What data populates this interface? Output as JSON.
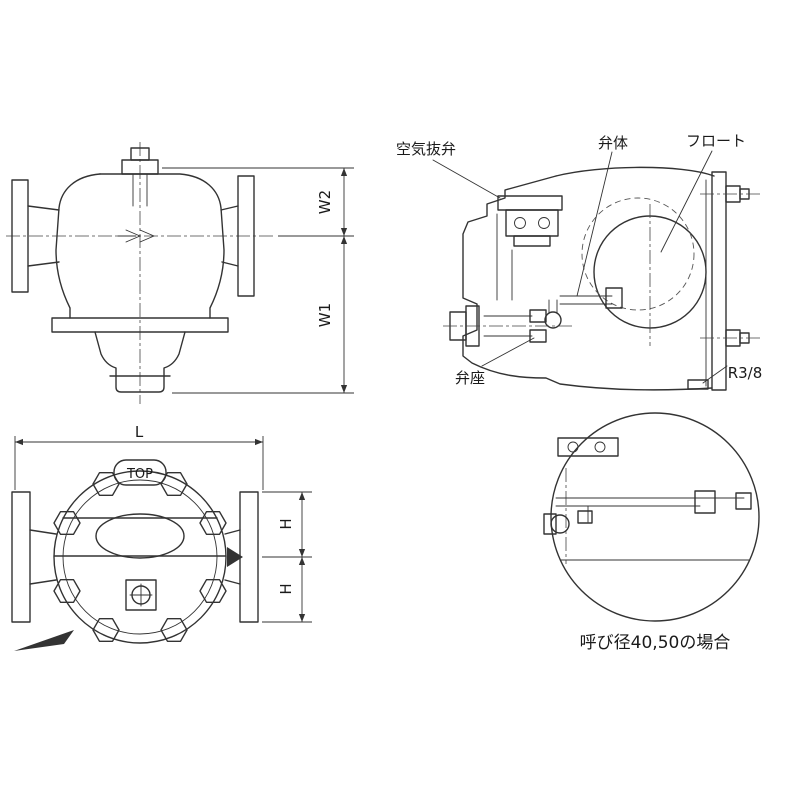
{
  "page": {
    "colors": {
      "line": "#333333",
      "background": "#ffffff"
    }
  },
  "front_view": {
    "dim_w2": "W2",
    "dim_w1": "W1"
  },
  "section_view": {
    "label_air_vent": "空気抜弁",
    "label_valve_disc": "弁体",
    "label_float": "フロート",
    "label_valve_seat": "弁座",
    "label_thread": "R3/8"
  },
  "top_view": {
    "dim_l": "L",
    "marking_top": "TOP",
    "dim_h_upper": "H",
    "dim_h_lower": "H"
  },
  "detail_view": {
    "caption": "呼び径40,50の場合"
  }
}
